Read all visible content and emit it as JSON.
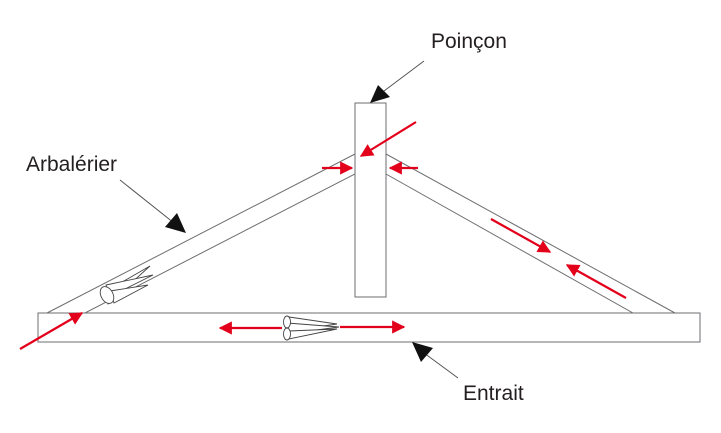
{
  "labels": {
    "poincon": "Poinçon",
    "arbalerier": "Arbalérier",
    "entrait": "Entrait"
  },
  "colors": {
    "force": "#e3001b",
    "outline": "#6d6e71",
    "text": "#231f20"
  },
  "icons": [
    "red-force-arrow",
    "black-pointer-arrow",
    "wood-grain-cone"
  ]
}
